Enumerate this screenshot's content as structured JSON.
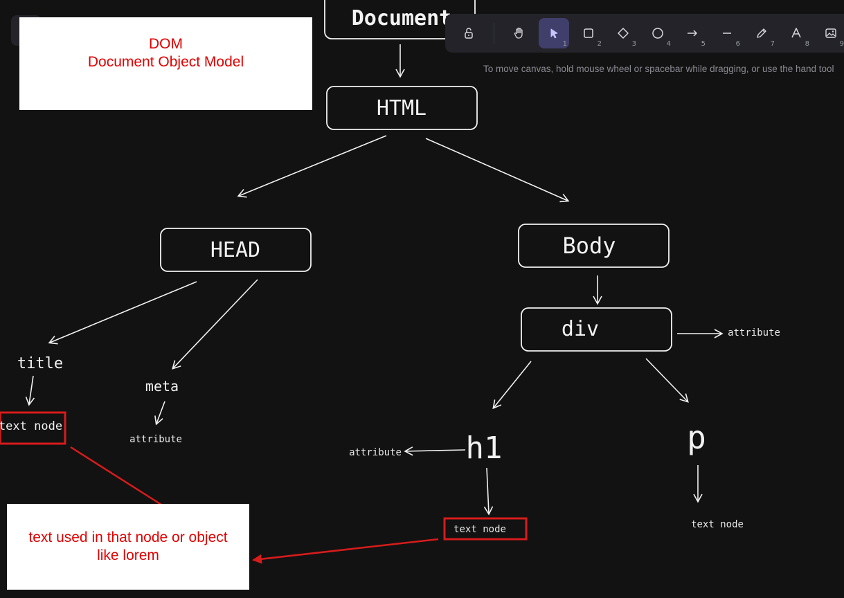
{
  "toolbar": {
    "tools": [
      {
        "name": "lock-icon",
        "num": ""
      },
      {
        "name": "hand-icon",
        "num": ""
      },
      {
        "name": "pointer-icon",
        "num": "1"
      },
      {
        "name": "rectangle-icon",
        "num": "2"
      },
      {
        "name": "diamond-icon",
        "num": "3"
      },
      {
        "name": "ellipse-icon",
        "num": "4"
      },
      {
        "name": "arrow-icon",
        "num": "5"
      },
      {
        "name": "line-icon",
        "num": "6"
      },
      {
        "name": "pencil-icon",
        "num": "7"
      },
      {
        "name": "text-icon",
        "num": "8"
      },
      {
        "name": "image-icon",
        "num": "9"
      }
    ],
    "active_tool": "pointer-icon",
    "hint": "To move canvas, hold mouse wheel or spacebar while dragging, or use the hand tool"
  },
  "notes": {
    "dom_line1": "DOM",
    "dom_line2": "Document Object Model",
    "text_line1": "text used in that node or object",
    "text_line2": "like lorem"
  },
  "diagram": {
    "document": "Document",
    "html": "HTML",
    "head": "HEAD",
    "body": "Body",
    "div": "div",
    "title": "title",
    "meta": "meta",
    "h1": "h1",
    "p": "p",
    "text_node_title": "text node",
    "text_node_h1": "text node",
    "text_node_p": "text node",
    "attribute_meta": "attribute",
    "attribute_h1": "attribute",
    "attribute_div": "attribute"
  },
  "colors": {
    "background": "#121212",
    "stroke": "#f2f2f2",
    "highlight": "#d81b1b",
    "note_text": "#e00000"
  }
}
